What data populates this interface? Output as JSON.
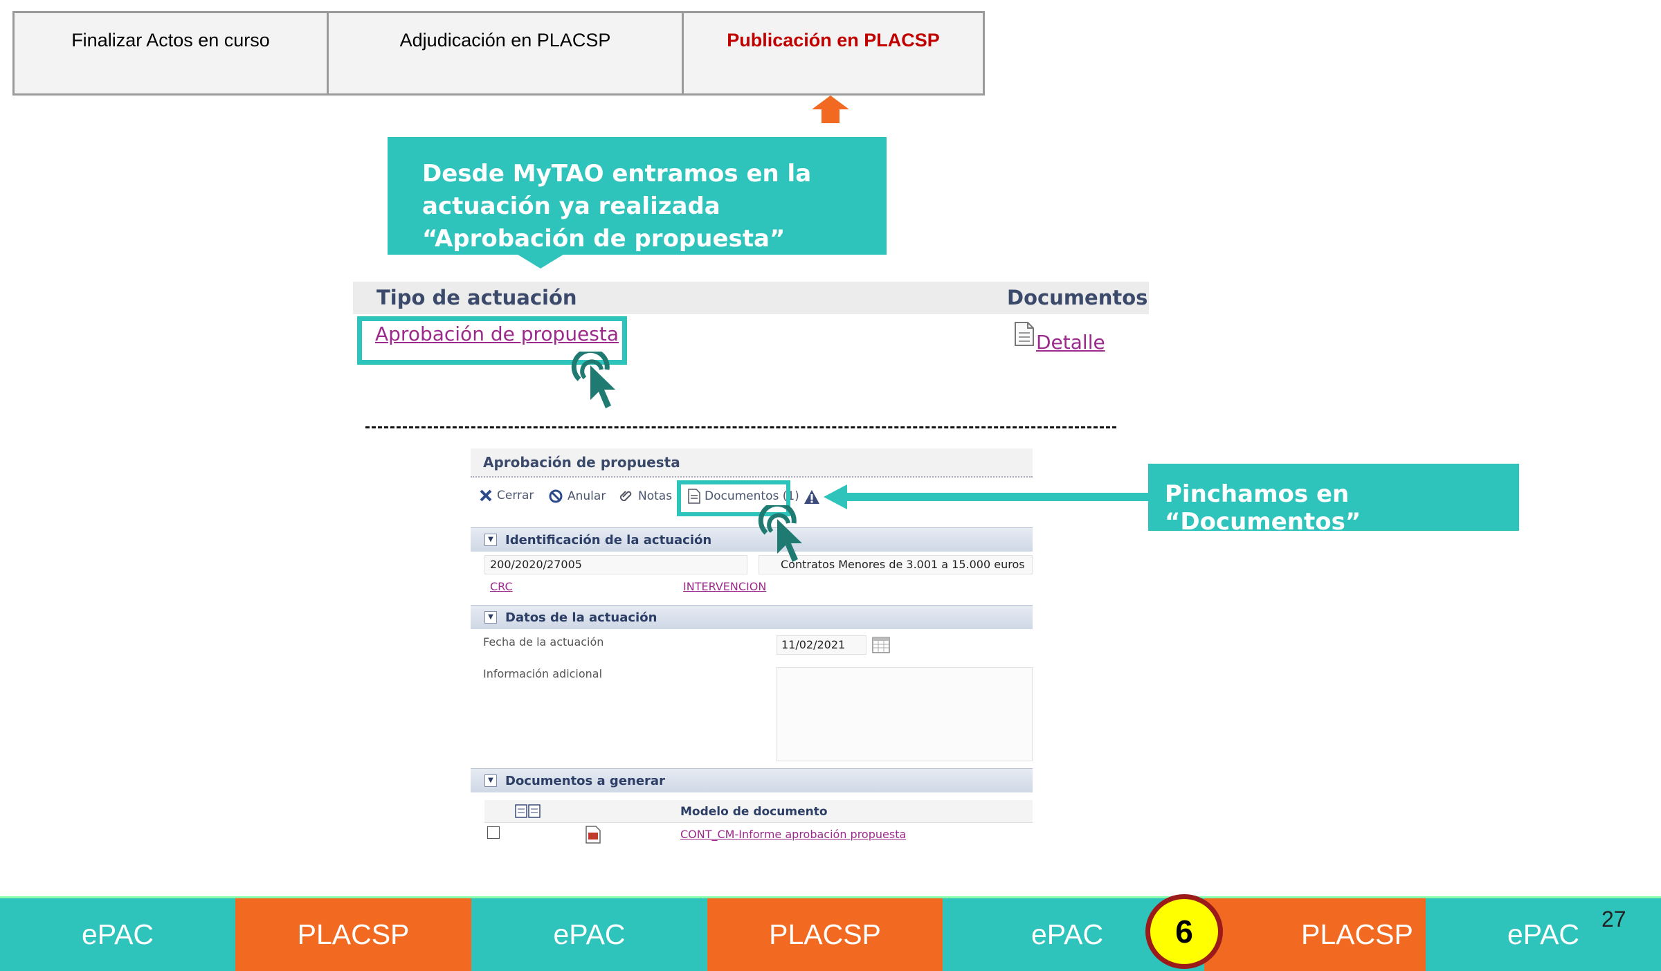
{
  "top_tabs": [
    {
      "label": "Finalizar Actos en curso"
    },
    {
      "label": "Adjudicación en PLACSP"
    },
    {
      "label": "Publicación en PLACSP"
    }
  ],
  "callouts": {
    "main": "Desde MyTAO entramos en la actuación ya realizada “Aprobación de propuesta”",
    "documentos": "Pinchamos en “Documentos”"
  },
  "tipo_table": {
    "col1": "Tipo de actuación",
    "col2": "Documentos",
    "row_link": "Aprobación de propuesta",
    "detail_link": "Detalle"
  },
  "window": {
    "title": "Aprobación de propuesta",
    "toolbar": {
      "cerrar": "Cerrar",
      "anular": "Anular",
      "notas": "Notas",
      "documentos": "Documentos (1)"
    },
    "sections": {
      "identificacion": "Identificación de la actuación",
      "datos": "Datos de la actuación",
      "documentos_generar": "Documentos a generar"
    },
    "identificacion": {
      "expediente": "200/2020/27005",
      "tipo": "Contratos Menores de 3.001 a 15.000 euros",
      "unidad": "CRC",
      "organo": "INTERVENCION"
    },
    "datos": {
      "fecha_label": "Fecha de la actuación",
      "fecha_value": "11/02/2021",
      "info_label": "Información adicional"
    },
    "documentos": {
      "col_header": "Modelo de documento",
      "row_doc": "CONT_CM-Informe aprobación propuesta"
    }
  },
  "bottom_bar": [
    {
      "label": "ePAC",
      "color": "#2ec4bc"
    },
    {
      "label": "PLACSP",
      "color": "#f26a21"
    },
    {
      "label": "ePAC",
      "color": "#2ec4bc"
    },
    {
      "label": "PLACSP",
      "color": "#f26a21"
    },
    {
      "label": "ePAC",
      "color": "#2ec4bc"
    },
    {
      "label": "PLACSP",
      "color": "#f26a21"
    },
    {
      "label": "ePAC",
      "color": "#2ec4bc"
    }
  ],
  "step_number": "6",
  "page_number": "27"
}
